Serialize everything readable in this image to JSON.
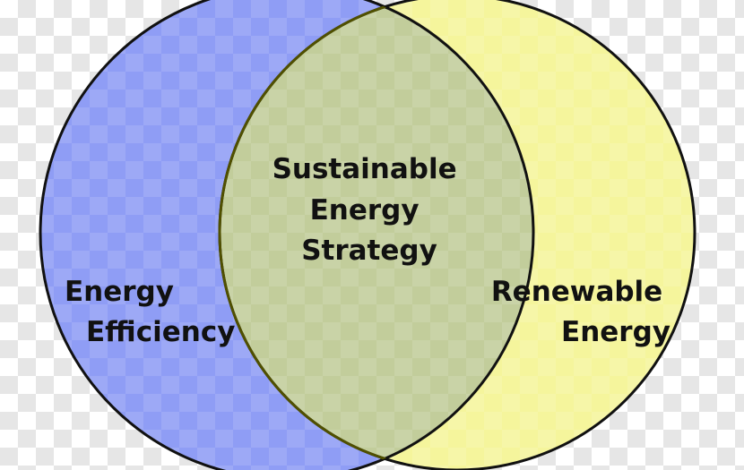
{
  "diagram": {
    "type": "venn",
    "sets": [
      {
        "label_lines": [
          "Energy",
          "Efficiency"
        ],
        "color": "#8f9df5"
      },
      {
        "label_lines": [
          "Renewable",
          "Energy"
        ],
        "color": "#f5f59c"
      }
    ],
    "intersection": {
      "label_lines": [
        "Sustainable",
        "Energy",
        "Strategy"
      ],
      "color": "#c2cd9b"
    },
    "outline_color": "#111111",
    "intersection_outline_color": "#505000"
  }
}
